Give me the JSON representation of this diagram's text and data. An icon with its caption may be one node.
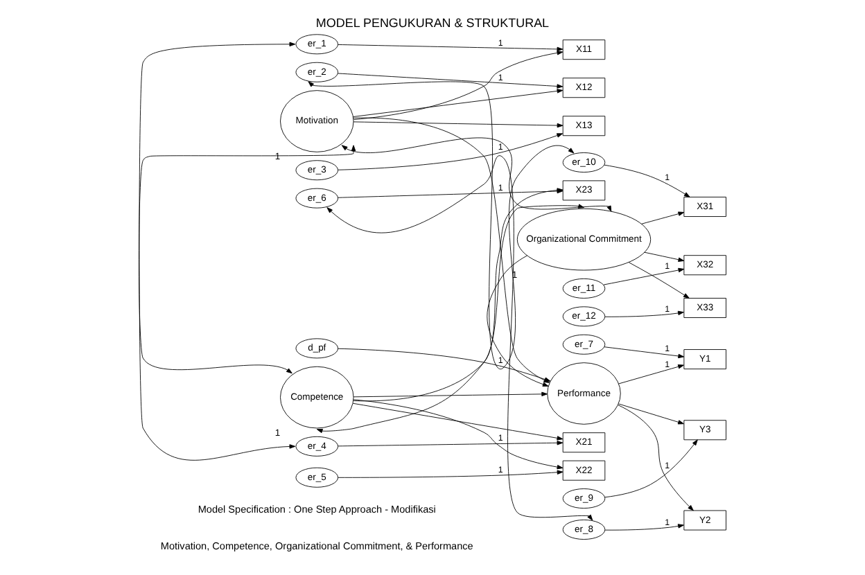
{
  "diagram": {
    "title": "MODEL PENGUKURAN & STRUKTURAL",
    "nodes": [
      {
        "text": [
          "er_1"
        ]
      },
      {
        "text": [
          "X11"
        ]
      },
      {
        "text": [
          "Motivation"
        ],
        "beside": [
          "1"
        ]
      },
      {
        "text": [
          "Performance"
        ]
      },
      {
        "text": [
          "Y1"
        ]
      },
      {
        "text": [
          "er_7"
        ]
      },
      {
        "text": [
          "er_2"
        ]
      },
      {
        "text": [
          "X12"
        ]
      },
      {
        "text": [
          "Y2"
        ]
      },
      {
        "text": [
          "er_8"
        ]
      },
      {
        "text": [
          "er_3"
        ]
      },
      {
        "text": [
          "X13"
        ]
      },
      {
        "text": [
          "Y3"
        ]
      },
      {
        "text": [
          "er_9"
        ]
      },
      {
        "text": [
          "d_pf"
        ]
      },
      {
        "text": [
          "er_4"
        ]
      },
      {
        "text": [
          "X21"
        ]
      },
      {
        "text": [
          "Competence"
        ],
        "beside": [
          "1"
        ]
      },
      {
        "text": [
          "Organizational Commitment"
        ],
        "beside": [
          "1"
        ]
      },
      {
        "text": [
          "X31"
        ]
      },
      {
        "text": [
          "er_10"
        ]
      },
      {
        "text": [
          "er_5"
        ]
      },
      {
        "text": [
          "X22"
        ]
      },
      {
        "text": [
          "X32"
        ]
      },
      {
        "text": [
          "er_11"
        ]
      },
      {
        "text": [
          "er_6"
        ]
      },
      {
        "text": [
          "X23"
        ]
      },
      {
        "text": [
          "X33"
        ]
      },
      {
        "text": [
          "er_12"
        ]
      }
    ],
    "edges": [
      {
        "from": 0,
        "to": 1,
        "arrow": "to",
        "label": "1"
      },
      {
        "from": 6,
        "to": 7,
        "arrow": "to",
        "label": "1"
      },
      {
        "from": 10,
        "to": 11,
        "arrow": "to",
        "label": "1"
      },
      {
        "from": 15,
        "to": 16,
        "arrow": "to",
        "label": "1"
      },
      {
        "from": 21,
        "to": 22,
        "arrow": "to",
        "label": "1"
      },
      {
        "from": 25,
        "to": 26,
        "arrow": "to",
        "label": "1"
      },
      {
        "from": 5,
        "to": 4,
        "arrow": "to",
        "label": "1"
      },
      {
        "from": 9,
        "to": 8,
        "arrow": "to",
        "label": "1"
      },
      {
        "from": 13,
        "to": 12,
        "arrow": "to",
        "label": "1"
      },
      {
        "from": 20,
        "to": 19,
        "arrow": "to",
        "label": "1"
      },
      {
        "from": 24,
        "to": 23,
        "arrow": "to",
        "label": "1"
      },
      {
        "from": 28,
        "to": 27,
        "arrow": "to",
        "label": "1"
      },
      {
        "from": 2,
        "to": 1,
        "arrow": "to"
      },
      {
        "from": 2,
        "to": 7,
        "arrow": "to"
      },
      {
        "from": 2,
        "to": 11,
        "arrow": "to"
      },
      {
        "from": 17,
        "to": 16,
        "arrow": "to"
      },
      {
        "from": 17,
        "to": 22,
        "arrow": "to"
      },
      {
        "from": 17,
        "to": 26,
        "arrow": "to"
      },
      {
        "from": 3,
        "to": 4,
        "arrow": "to",
        "label": "1"
      },
      {
        "from": 3,
        "to": 8,
        "arrow": "to"
      },
      {
        "from": 3,
        "to": 12,
        "arrow": "to"
      },
      {
        "from": 18,
        "to": 19,
        "arrow": "to"
      },
      {
        "from": 18,
        "to": 23,
        "arrow": "to"
      },
      {
        "from": 18,
        "to": 27,
        "arrow": "to"
      },
      {
        "from": 2,
        "to": 3,
        "arrow": "to"
      },
      {
        "from": 17,
        "to": 3,
        "arrow": "to"
      },
      {
        "from": 18,
        "to": 3,
        "arrow": "to"
      },
      {
        "from": 14,
        "to": 3,
        "arrow": "to",
        "label": "1"
      },
      {
        "from": 2,
        "to": 17,
        "arrow": "both"
      },
      {
        "from": 2,
        "to": 18,
        "arrow": "both"
      },
      {
        "from": 17,
        "to": 18,
        "arrow": "both"
      },
      {
        "from": 0,
        "to": 15,
        "arrow": "both"
      },
      {
        "from": 6,
        "to": 20,
        "arrow": "both"
      },
      {
        "from": 25,
        "to": 9,
        "arrow": "both"
      }
    ],
    "labels": [
      "Motivation, Competence, Organizational Commitment, & Performance",
      "Model Specification : One Step Approach - Modifikasi"
    ]
  }
}
